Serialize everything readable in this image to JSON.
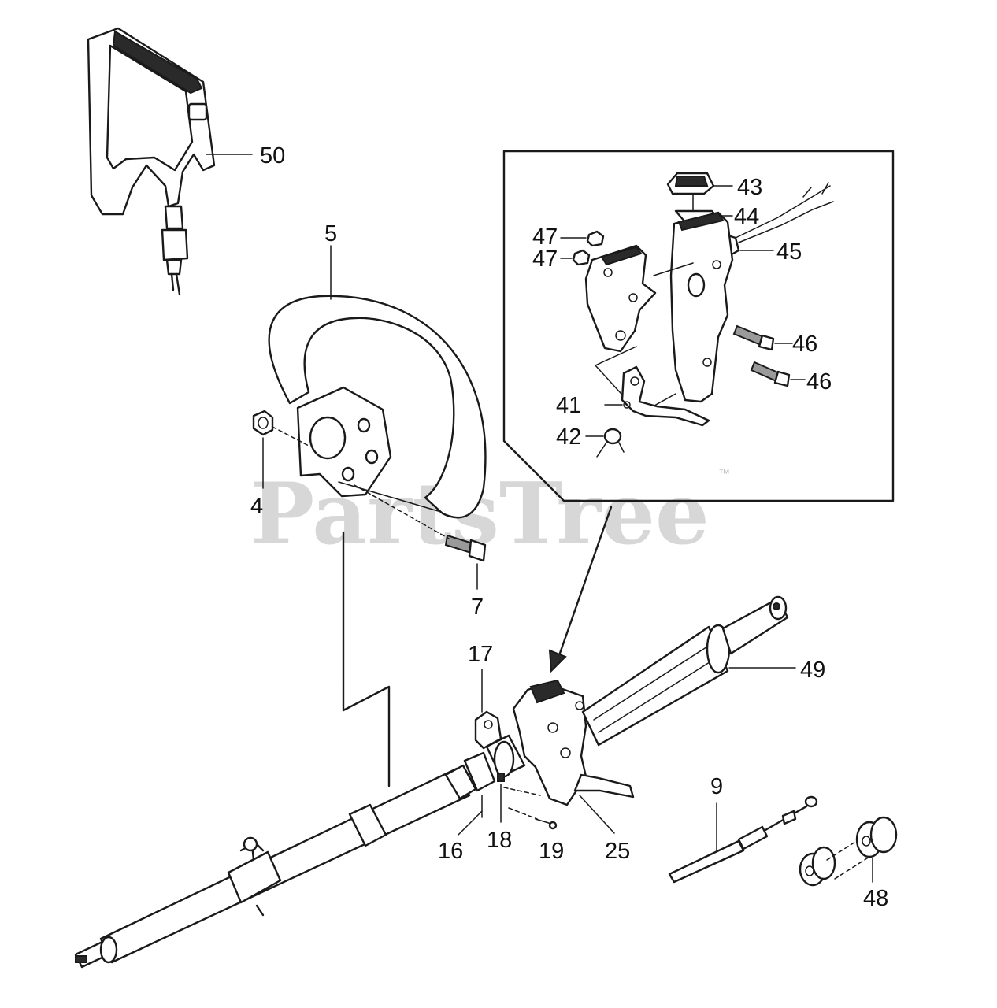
{
  "watermark": {
    "text": "PartsTree",
    "trademark": "™"
  },
  "callouts": {
    "p50": "50",
    "p5": "5",
    "p4": "4",
    "p7": "7",
    "p43": "43",
    "p44": "44",
    "p45": "45",
    "p47a": "47",
    "p47b": "47",
    "p46a": "46",
    "p46b": "46",
    "p41": "41",
    "p42": "42",
    "p17": "17",
    "p16": "16",
    "p18": "18",
    "p19": "19",
    "p25": "25",
    "p49": "49",
    "p9": "9",
    "p48": "48"
  }
}
